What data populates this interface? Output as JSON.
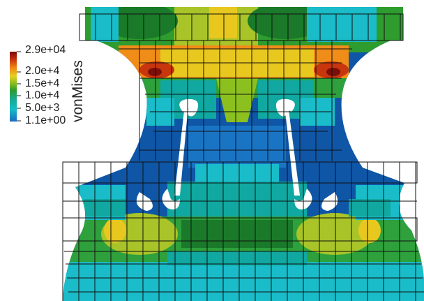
{
  "viewer": {
    "field_name": "vonMises",
    "colorbar": {
      "labels": [
        "2.9e+04",
        "2.0e+4",
        "1.5e+4",
        "1.0e+4",
        "5.0e+3",
        "1.1e+00"
      ],
      "min": 1.1,
      "max": 29000,
      "colors": [
        "#7a0a08",
        "#c02a10",
        "#f08010",
        "#e8d020",
        "#8cc01e",
        "#2e9c2e",
        "#1aa890",
        "#17bcc8",
        "#1a6ac0"
      ]
    },
    "mesh": {
      "element_colors": {
        "dark_blue": "#0f56a6",
        "mid_blue": "#1a74c4",
        "cyan": "#19bcc8",
        "teal": "#10a8a0",
        "green": "#2ea03c",
        "dark_green": "#1a7a2a",
        "yellow_green": "#a8c428",
        "yellow": "#e8c81e",
        "orange": "#f08c18",
        "red": "#c8360e",
        "dark_red": "#7a0e08"
      }
    }
  }
}
